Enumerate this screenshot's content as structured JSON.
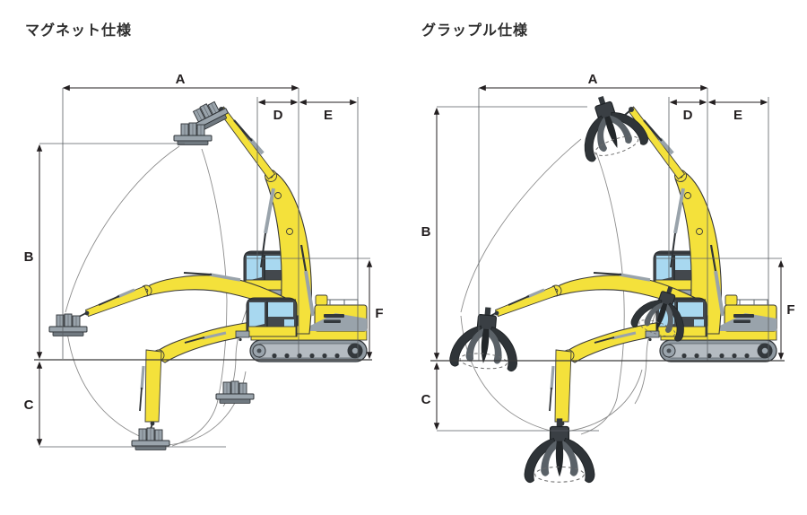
{
  "page": {
    "background": "#FFFFFF"
  },
  "colors": {
    "background": "#FFFFFF",
    "machine_yellow": "#F4E13B",
    "window_blue": "#A8D8F0",
    "grey_light": "#99A3AB",
    "grey_mid": "#707980",
    "track_dark": "#33383C",
    "outline": "#3A3A3A",
    "dim_line": "#231F20",
    "envelope": "#8C8C8C",
    "title_text": "#2D2D2D"
  },
  "diagrams": [
    {
      "id": "magnet-spec",
      "title": "マグネット仕様",
      "attachment_type": "magnet",
      "dimension_labels": {
        "A": "A",
        "B": "B",
        "C": "C",
        "D": "D",
        "E": "E",
        "F": "F"
      }
    },
    {
      "id": "grapple-spec",
      "title": "グラップル仕様",
      "attachment_type": "grapple",
      "dimension_labels": {
        "A": "A",
        "B": "B",
        "C": "C",
        "D": "D",
        "E": "E",
        "F": "F"
      }
    }
  ]
}
